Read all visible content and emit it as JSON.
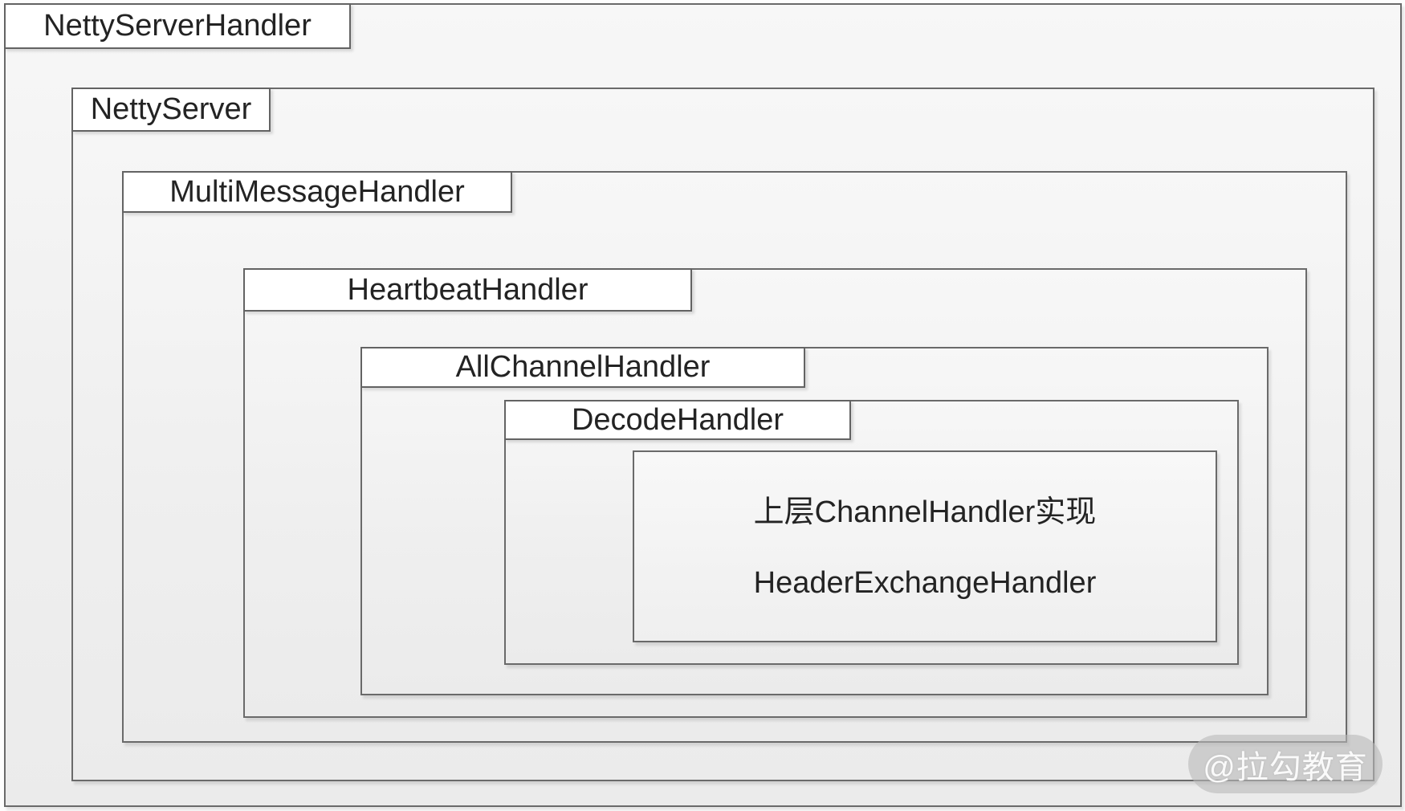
{
  "diagram": {
    "boxes": [
      {
        "id": "netty-server-handler",
        "label": "NettyServerHandler"
      },
      {
        "id": "netty-server",
        "label": "NettyServer"
      },
      {
        "id": "multi-message-handler",
        "label": "MultiMessageHandler"
      },
      {
        "id": "heartbeat-handler",
        "label": "HeartbeatHandler"
      },
      {
        "id": "all-channel-handler",
        "label": "AllChannelHandler"
      },
      {
        "id": "decode-handler",
        "label": "DecodeHandler"
      }
    ],
    "inner_box": {
      "line1": "上层ChannelHandler实现",
      "line2": "HeaderExchangeHandler"
    },
    "watermark": "@拉勾教育",
    "colors": {
      "border": "#6a6a6a",
      "label_background": "#ffffff",
      "box_background_top": "#f7f7f7",
      "box_background_bottom": "#ebebeb",
      "text": "#232323",
      "watermark_pill": "#b9b9b9",
      "watermark_text": "#ffffff"
    }
  }
}
